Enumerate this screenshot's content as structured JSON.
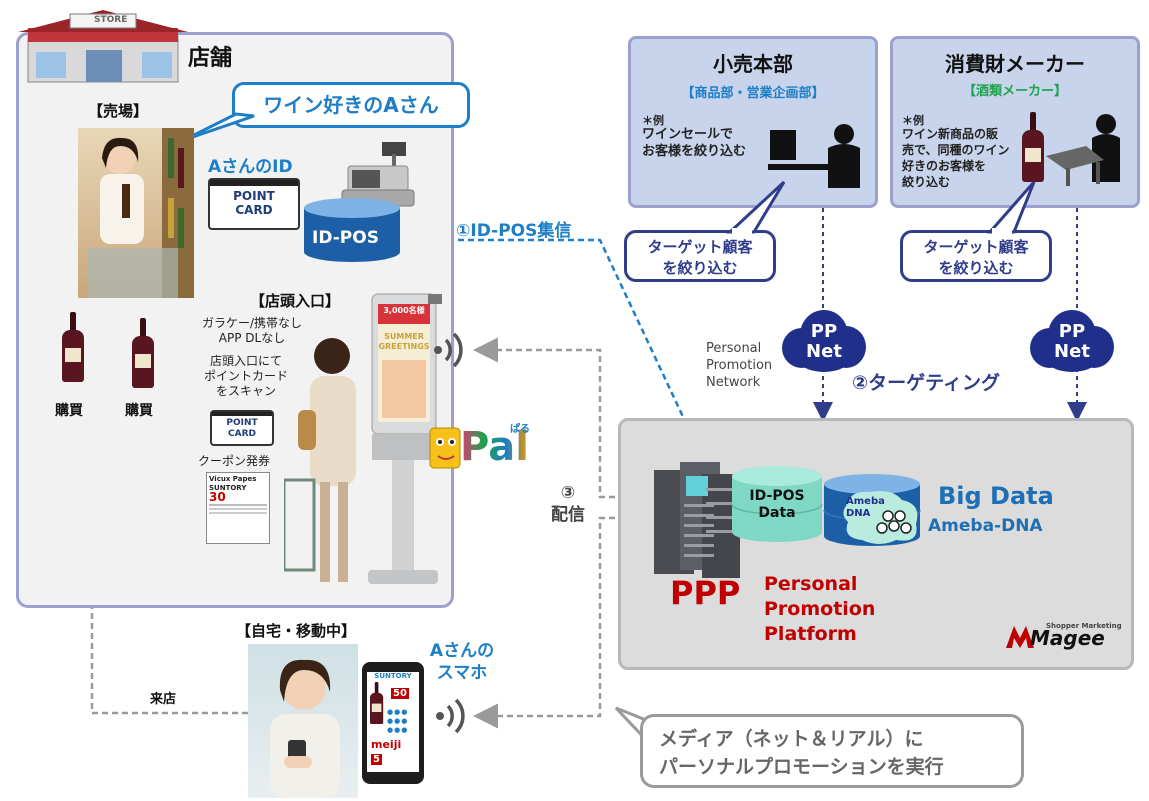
{
  "store": {
    "title": "店舗",
    "sign": "STORE",
    "sales_floor": "【売場】",
    "wine_lover_callout": "ワイン好きのAさん",
    "a_id": "AさんのID",
    "point_card": "POINT\nCARD",
    "id_pos": "ID-POS",
    "purchase_1": "購買",
    "purchase_2": "購買",
    "entrance": "【店頭入口】",
    "no_phone": "ガラケー/携帯なし\nAPP DLなし",
    "scan_text": "店頭入口にて\nポイントカード\nをスキャン",
    "coupon": "クーポン発券",
    "coupon_brand": "Vicux Papes",
    "coupon_maker": "SUNTORY",
    "coupon_value": "30",
    "kiosk_banner": "SUMMER\nGREETINGS",
    "kiosk_top": "3,000名様"
  },
  "hq": {
    "title": "小売本部",
    "dept": "【商品部・営業企画部】",
    "example_label": "＊例",
    "example_text": "ワインセールで\nお客様を絞り込む",
    "target_callout": "ターゲット顧客\nを絞り込む"
  },
  "maker": {
    "title": "消費財メーカー",
    "dept": "【酒類メーカー】",
    "example_label": "＊例",
    "example_text": "ワイン新商品の販\n売で、同種のワイン\n好きのお客様を\n絞り込む",
    "target_callout": "ターゲット顧客\nを絞り込む"
  },
  "ppnet": {
    "label_left": "PP\nNet",
    "label_right": "PP\nNet",
    "full_name": "Personal\nPromotion\nNetwork"
  },
  "flow": {
    "step1": "①ID-POS集信",
    "step2": "②ターゲティング",
    "step3": "③\n配信",
    "visit": "来店"
  },
  "ppp": {
    "id_pos_data": "ID-POS\nData",
    "ameba_dna_small": "Ameba\nDNA",
    "big_data": "Big Data",
    "ameba_dna": "Ameba-DNA",
    "ppp_short": "PPP",
    "ppp_full": "Personal\nPromotion\nPlatform",
    "logo_tag": "Shopper Marketing",
    "logo": "Magee"
  },
  "pal_logo": {
    "text": "Pal",
    "kana": "ぱる"
  },
  "home": {
    "title": "【自宅・移動中】",
    "phone_label": "Aさんの\nスマホ",
    "phone_brand": "SUNTORY",
    "phone_offer": "50",
    "phone_meiji": "meiji",
    "phone_offer_2": "5"
  },
  "media_note": "メディア（ネット＆リアル）に\nパーソナルプロモーションを実行",
  "colors": {
    "navy": "#2f3d8a",
    "blue": "#1e7ec7",
    "green": "#1ea24a",
    "red": "#c00000",
    "teal": "#7fd8c4",
    "panel_border": "#9da0cf",
    "grey_dash": "#9a9a9a"
  },
  "icons": [
    "store-icon",
    "pos-register-icon",
    "wifi-signal-icon",
    "wine-bottle-icon",
    "server-icon",
    "person-pc-icon",
    "cloud-icon",
    "smartphone-icon",
    "kiosk-icon",
    "people-icon"
  ]
}
